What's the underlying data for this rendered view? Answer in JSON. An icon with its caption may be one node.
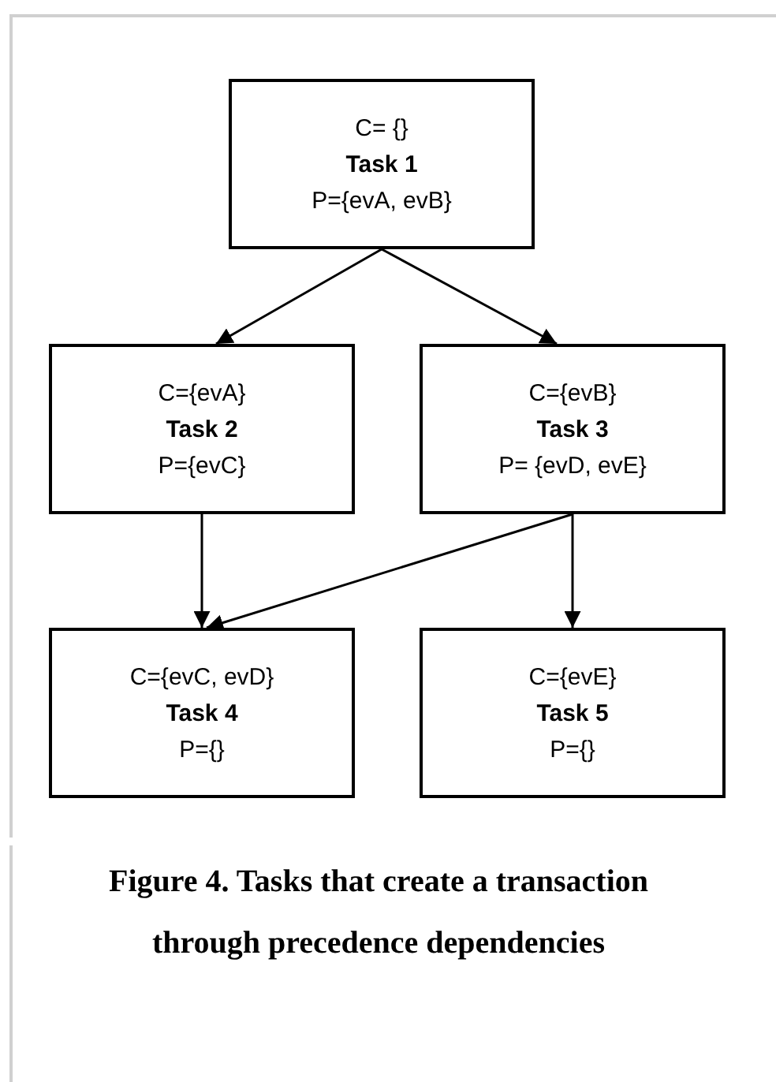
{
  "diagram": {
    "caption": "Figure 4. Tasks that create a transaction through precedence dependencies",
    "nodes": [
      {
        "text": [
          "C= {}",
          "Task 1",
          "P={evA, evB}"
        ]
      },
      {
        "text": [
          "C={evA}",
          "Task 2",
          "P={evC}"
        ]
      },
      {
        "text": [
          "C={evB}",
          "Task 3",
          "P= {evD, evE}"
        ]
      },
      {
        "text": [
          "C={evC, evD}",
          "Task 4",
          "P={}"
        ]
      },
      {
        "text": [
          "C={evE}",
          "Task 5",
          "P={}"
        ]
      }
    ],
    "edges": [
      {
        "from": 0,
        "to": 1,
        "arrow": "to"
      },
      {
        "from": 0,
        "to": 2,
        "arrow": "to"
      },
      {
        "from": 1,
        "to": 3,
        "arrow": "to"
      },
      {
        "from": 2,
        "to": 3,
        "arrow": "to"
      },
      {
        "from": 2,
        "to": 4,
        "arrow": "to"
      }
    ]
  }
}
